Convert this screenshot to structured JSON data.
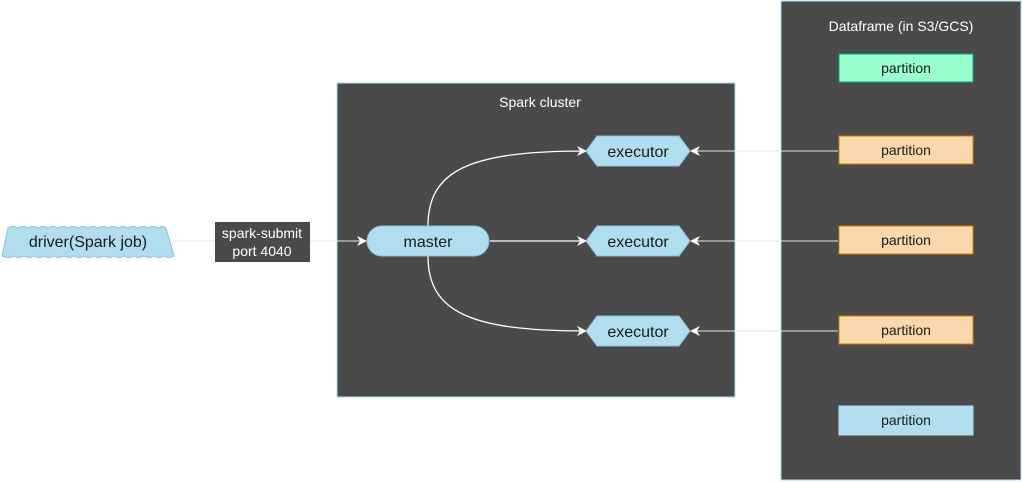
{
  "driver": {
    "label": "driver(Spark job)"
  },
  "submit": {
    "line1": "spark-submit",
    "line2": "port 4040"
  },
  "cluster": {
    "title": "Spark cluster",
    "master_label": "master",
    "executors": [
      {
        "label": "executor"
      },
      {
        "label": "executor"
      },
      {
        "label": "executor"
      }
    ]
  },
  "dataframe": {
    "title": "Dataframe (in S3/GCS)",
    "partitions": [
      {
        "label": "partition",
        "fill": "#99ffcc",
        "stroke": "#00a88f"
      },
      {
        "label": "partition",
        "fill": "#fad7ac",
        "stroke": "#d07f00"
      },
      {
        "label": "partition",
        "fill": "#fad7ac",
        "stroke": "#d07f00"
      },
      {
        "label": "partition",
        "fill": "#fad7ac",
        "stroke": "#d07f00"
      },
      {
        "label": "partition",
        "fill": "#b1ddf0",
        "stroke": "#b1ddf0"
      }
    ]
  },
  "colors": {
    "panel": "#4a4a4a",
    "node_fill": "#b1ddf0",
    "node_stroke": "#6c8ebf",
    "edge": "#ffffff",
    "edge_light": "#e6e6e6",
    "text_light": "#ffffff",
    "text_dark": "#1a1a1a"
  }
}
